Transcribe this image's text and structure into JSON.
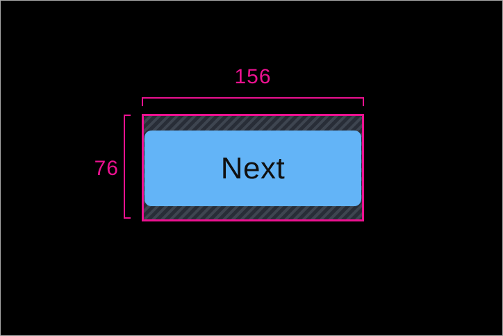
{
  "canvas": {
    "description": "widget inspector canvas"
  },
  "measurements": {
    "width": "156",
    "height": "76"
  },
  "widget": {
    "button_label": "Next"
  },
  "colors": {
    "canvas_bg": "#000000",
    "frame_border": "#a8a8a8",
    "accent": "#ec1190",
    "button_fill": "#63b4f7",
    "button_text": "#101010",
    "padding_base": "#3e4550",
    "padding_stripe": "#282d37"
  }
}
